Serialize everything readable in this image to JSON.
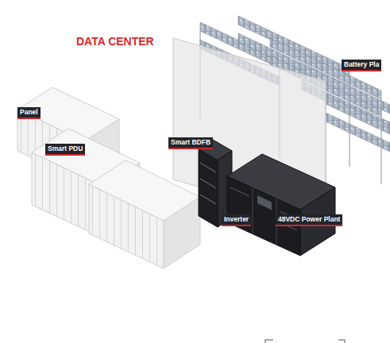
{
  "diagram": {
    "title": "DATA CENTER",
    "labels": [
      "Panel",
      "Smart PDU",
      "Smart BDFB",
      "Battery Pla",
      "Inverter",
      "48VDC Power Plant"
    ]
  }
}
